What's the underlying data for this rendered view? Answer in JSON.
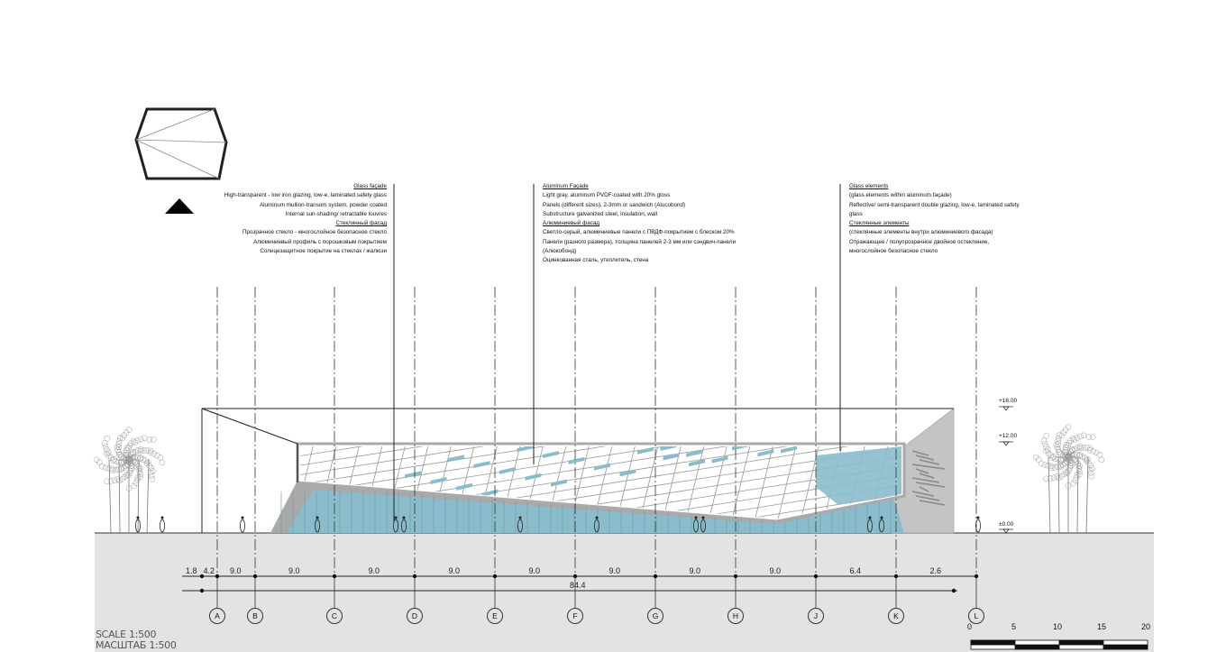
{
  "notes": {
    "glass_facade": {
      "title_en": "Glass façade",
      "lines_en": [
        "High-transparent - low iron glazing, low-e, laminated safety glass",
        "Aluminum mullion-transom system, powder coated",
        "Internal sun-shading/ retractable louvres"
      ],
      "title_ru": "Стеклянный фасад",
      "lines_ru": [
        "Прозрачное стекло - многослойное безопасное стекло",
        "Алюминиевый профиль с порошковым покрытием",
        "Солнцезащитное покрытие на стеклах / жалюзи"
      ]
    },
    "aluminum_facade": {
      "title_en": "Aluminum Façade",
      "lines_en": [
        "Light gray, aluminum PVDF-coated with 20% gloss",
        "Panels (different sizes), 2-3mm or sandwich (Alucobond)",
        "Substructure galvanized steel, insulation, wall"
      ],
      "title_ru": "Алюминиевый фасад",
      "lines_ru": [
        "Светло-серый, алюминиевые панели с ПВДФ-покрытием с блеском 20%",
        "Панели (разного размера), толщина панелей 2-3 мм или сэндвич-панели",
        "(Алюкобонд)",
        "Оцинкованная сталь, утеплитель, стена"
      ]
    },
    "glass_elements": {
      "title_en": "Glass elements",
      "lines_en": [
        "(glass elements within aluminum façade)",
        "Reflective/ semi-transparent double glazing, low-e, laminated safety",
        "glass"
      ],
      "title_ru": "Стеклянные элементы",
      "lines_ru": [
        "(стеклянные элементы внутри алюминиевого фасада)",
        "Отражающее / полупрозрачное двойное остекление,",
        "многослойное безопасное стекло"
      ]
    }
  },
  "levels": [
    "+16.00",
    "+12.00",
    "±0.00"
  ],
  "axes": [
    "A",
    "B",
    "C",
    "D",
    "E",
    "F",
    "G",
    "H",
    "J",
    "K",
    "L"
  ],
  "dimensions": [
    "1.8",
    "4.2",
    "9.0",
    "9.0",
    "9.0",
    "9.0",
    "9.0",
    "9.0",
    "9.0",
    "9.0",
    "6.4",
    "2.6"
  ],
  "total_dimension": "84.4",
  "scale": {
    "en": "SCALE 1:500",
    "ru": "МАСШТАБ 1:500"
  },
  "scale_bar": [
    "0",
    "5",
    "10",
    "15",
    "20"
  ],
  "colors": {
    "glass": "#8bbccc",
    "panel_gray": "#bdbdbd",
    "ground": "#e3e3e3"
  }
}
